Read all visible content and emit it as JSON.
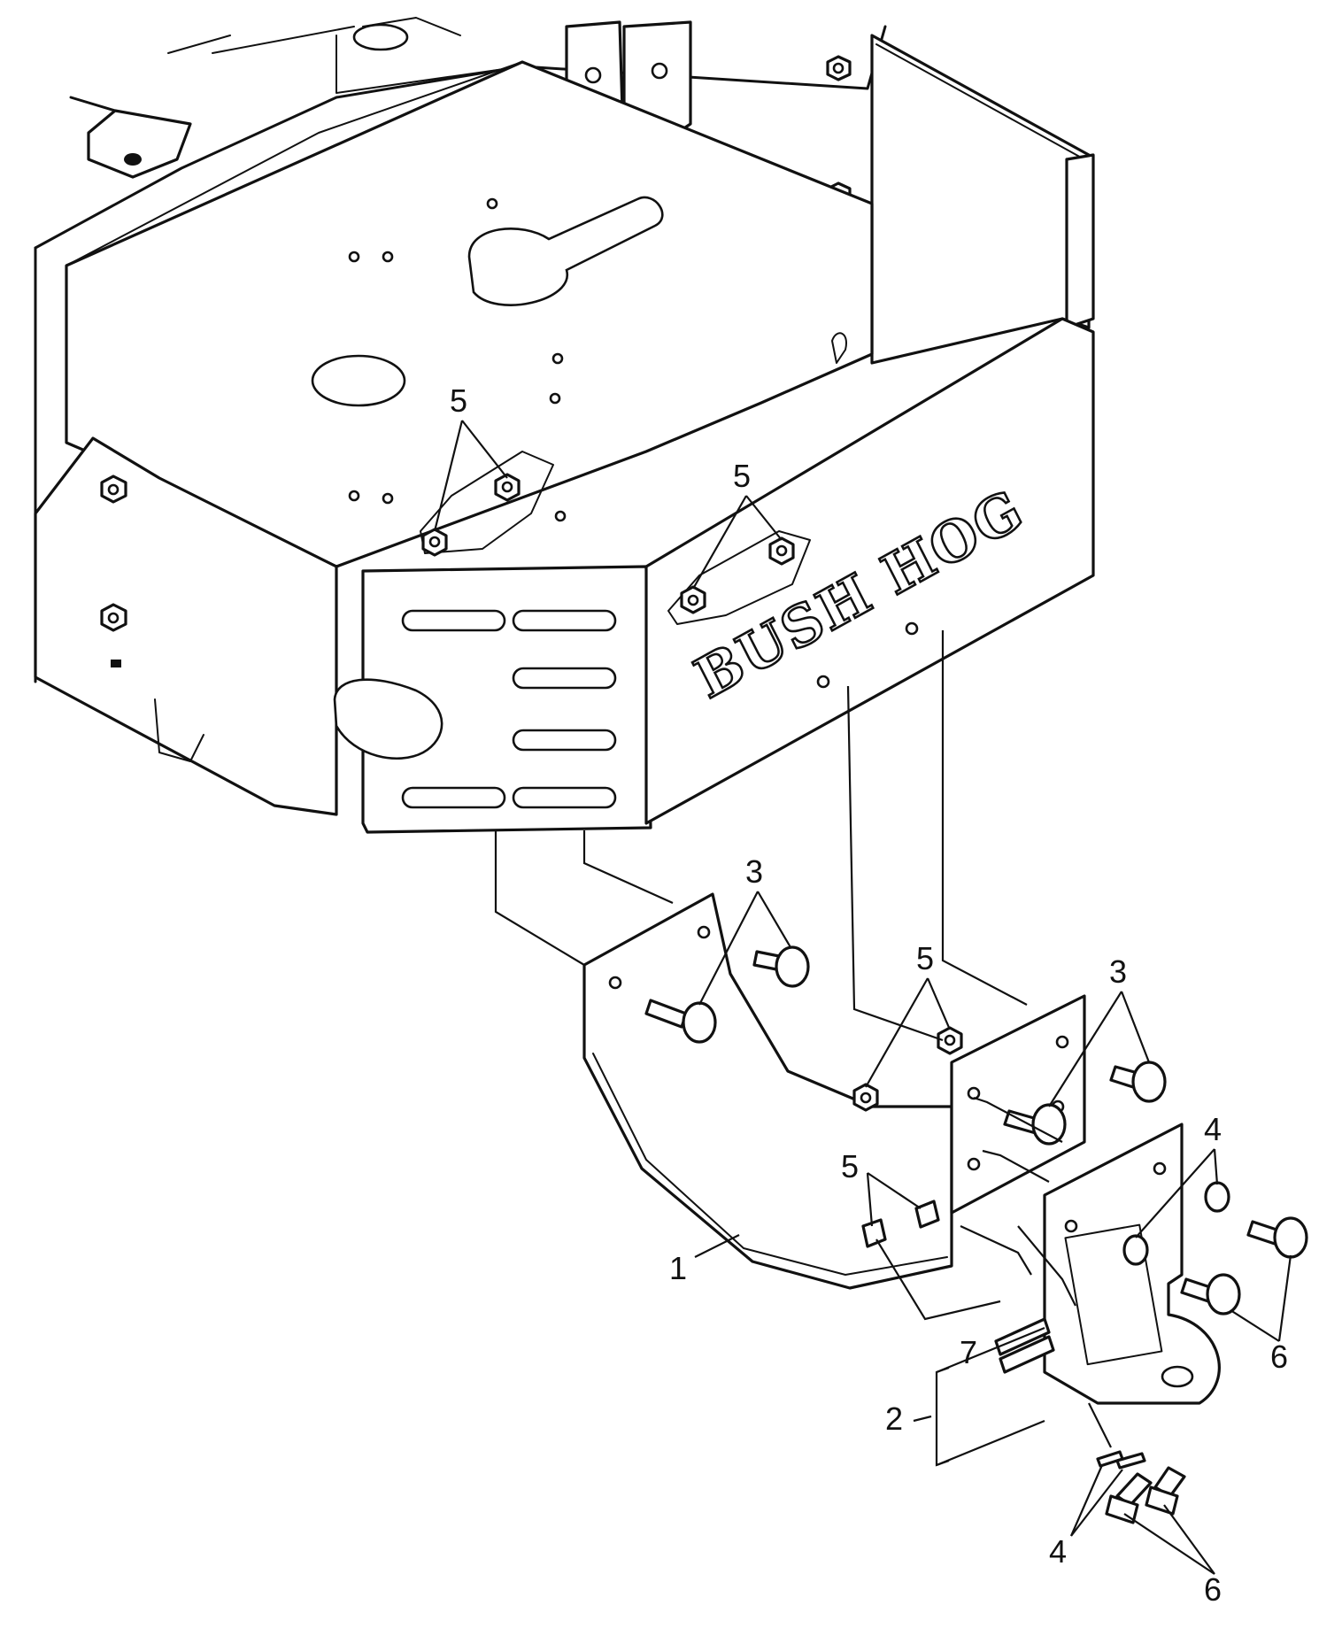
{
  "diagram": {
    "brand_text": "BUSH HOG",
    "callouts": {
      "c1": "1",
      "c2": "2",
      "c3a": "3",
      "c3b": "3",
      "c4a": "4",
      "c4b": "4",
      "c5a": "5",
      "c5b": "5",
      "c5c": "5",
      "c5d": "5",
      "c6a": "6",
      "c6b": "6",
      "c7": "7"
    }
  }
}
